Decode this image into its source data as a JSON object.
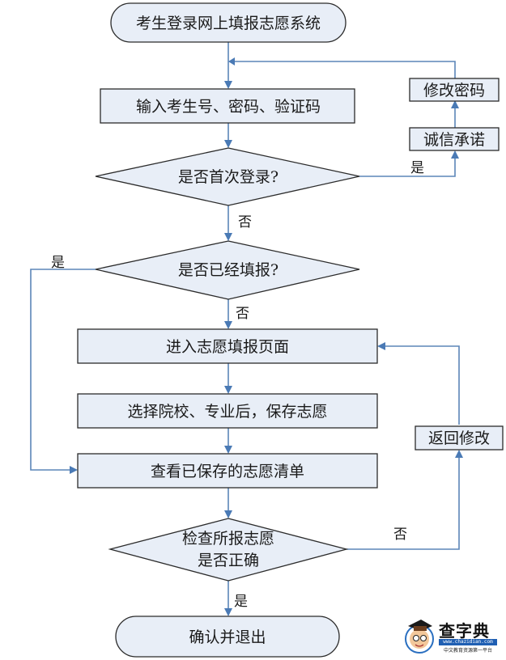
{
  "diagram": {
    "nodes": {
      "start": "考生登录网上填报志愿系统",
      "input_credentials": "输入考生号、密码、验证码",
      "first_login_decision": "是否首次登录?",
      "integrity_pledge": "诚信承诺",
      "change_password": "修改密码",
      "already_filled_decision": "是否已经填报?",
      "enter_fill_page": "进入志愿填报页面",
      "select_and_save": "选择院校、专业后，保存志愿",
      "view_saved_list": "查看已保存的志愿清单",
      "check_decision_line1": "检查所报志愿",
      "check_decision_line2": "是否正确",
      "return_modify": "返回修改",
      "end": "确认并退出"
    },
    "edge_labels": {
      "first_login_yes": "是",
      "first_login_no": "否",
      "already_filled_yes": "是",
      "already_filled_no": "否",
      "check_no": "否",
      "check_yes": "是"
    },
    "colors": {
      "node_fill": "#e8eef7",
      "node_stroke": "#2b2b2b",
      "connector": "#5b85b8"
    }
  },
  "watermark": {
    "title": "查字典",
    "url": "www.chazidian.com",
    "tagline": "中文教育资源第一平台"
  }
}
